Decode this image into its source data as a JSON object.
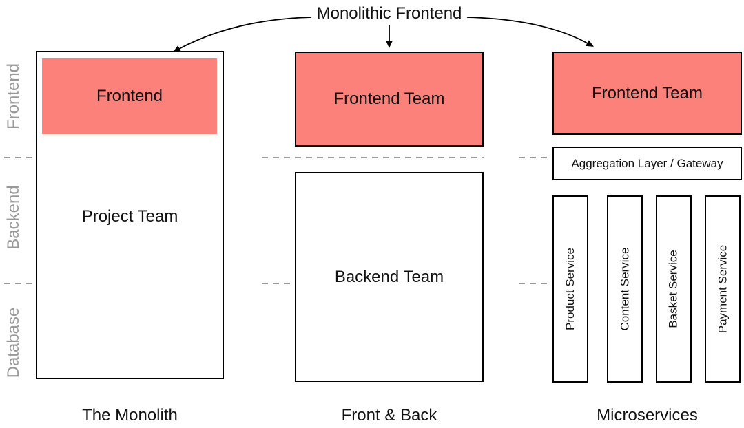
{
  "title": "Monolithic Frontend",
  "colors": {
    "accent": "#FC817B",
    "muted": "#999999",
    "line": "#000000"
  },
  "layers": [
    {
      "label": "Frontend"
    },
    {
      "label": "Backend"
    },
    {
      "label": "Database"
    }
  ],
  "columns": [
    {
      "caption": "The Monolith",
      "boxes": {
        "frontend": "Frontend",
        "team": "Project Team"
      }
    },
    {
      "caption": "Front & Back",
      "boxes": {
        "frontend": "Frontend Team",
        "backend": "Backend Team"
      }
    },
    {
      "caption": "Microservices",
      "boxes": {
        "frontend": "Frontend Team",
        "gateway": "Aggregation Layer / Gateway"
      },
      "services": [
        "Product Service",
        "Content Service",
        "Basket Service",
        "Payment Service"
      ]
    }
  ]
}
